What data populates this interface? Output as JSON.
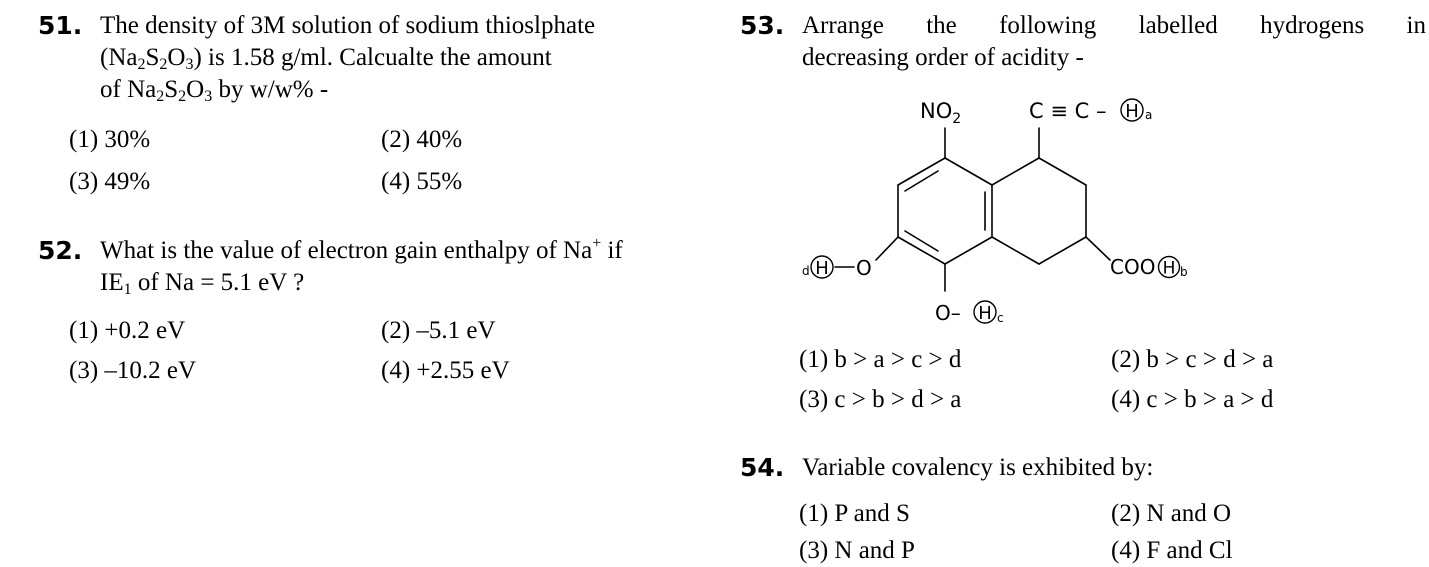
{
  "questions": [
    {
      "number": "51.",
      "line1": "The density of 3M solution of sodium thioslphate",
      "line2": {
        "open": "(Na",
        "s1": "2",
        "mid1": "S",
        "s2": "2",
        "mid2": "O",
        "s3": "3",
        "rest": ") is 1.58 g/ml. Calcualte the amount"
      },
      "line3": {
        "pre": "of Na",
        "s1": "2",
        "mid1": "S",
        "s2": "2",
        "mid2": "O",
        "s3": "3",
        "rest": " by w/w% -"
      },
      "options": [
        "(1) 30%",
        "(2) 40%",
        "(3) 49%",
        "(4) 55%"
      ]
    },
    {
      "number": "52.",
      "line1": {
        "pre": "What is the value of electron gain enthalpy of Na",
        "sup": "+",
        "rest": " if"
      },
      "line2": {
        "pre": "IE",
        "sub": "1",
        "rest": " of Na = 5.1 eV ?"
      },
      "options": [
        "(1) +0.2 eV",
        "(2) –5.1 eV",
        "(3) –10.2 eV",
        "(4) +2.55 eV"
      ]
    },
    {
      "number": "53.",
      "line1": "Arrange the following labelled hydrogens in",
      "line2": "decreasing order of acidity -",
      "structure": {
        "no2": "NO",
        "no2_sub": "2",
        "alkyne": "C ≡ C –",
        "h_circle": "H",
        "label_a": "a",
        "label_b": "b",
        "label_c": "c",
        "label_d": "d",
        "cooh": "COO",
        "o_left": "O",
        "o_bottom": "O–"
      },
      "options": [
        "(1) b > a > c > d",
        "(2) b > c > d > a",
        "(3) c > b > d > a",
        "(4) c > b > a > d"
      ]
    },
    {
      "number": "54.",
      "line1": "Variable covalency is exhibited by:",
      "options": [
        "(1) P and S",
        "(2) N and O",
        "(3) N and P",
        "(4) F and Cl"
      ]
    }
  ]
}
